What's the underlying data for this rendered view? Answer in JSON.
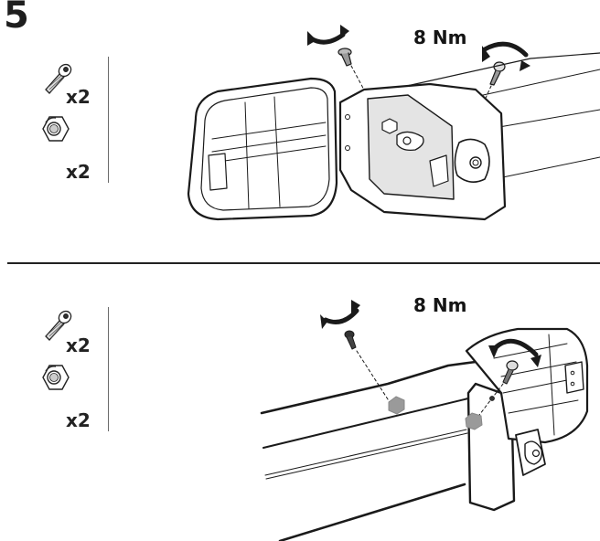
{
  "step": {
    "number": "5"
  },
  "panel_top": {
    "parts": [
      {
        "icon": "bolt-icon",
        "quantity": "x2"
      },
      {
        "icon": "hex-nut-icon",
        "quantity": "x2"
      }
    ],
    "torque_label": "8 Nm",
    "illustration": "end-cap-opened-bolt-insertion"
  },
  "panel_bottom": {
    "parts": [
      {
        "icon": "bolt-icon",
        "quantity": "x2"
      },
      {
        "icon": "hex-nut-icon",
        "quantity": "x2"
      }
    ],
    "torque_label": "8 Nm",
    "illustration": "end-cap-closed-bolt-tightening"
  },
  "colors": {
    "ink": "#1a1a1a",
    "panel_fill": "#e4e4e4",
    "nut_fill": "#9a9a9a"
  }
}
